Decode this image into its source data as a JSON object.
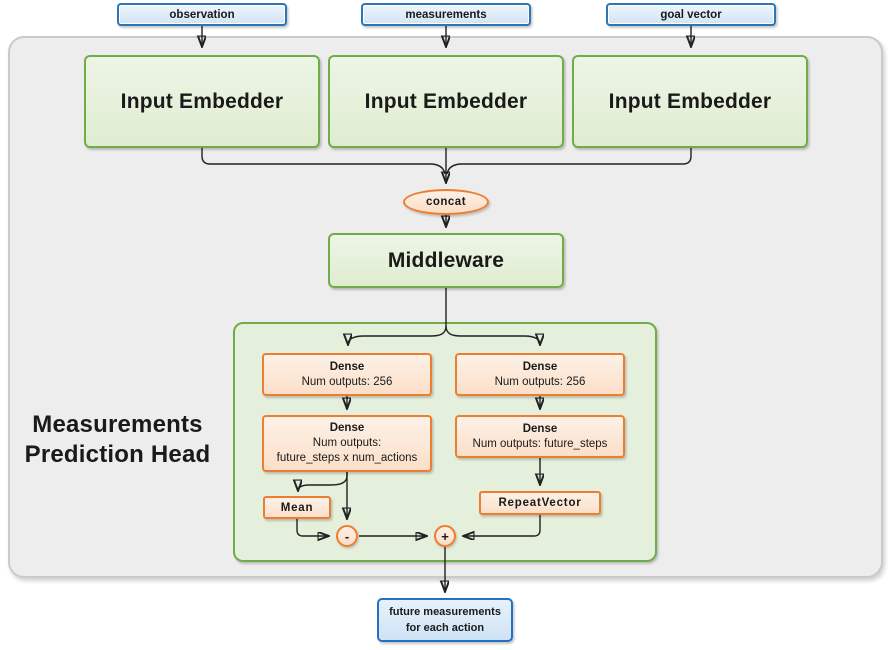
{
  "colors": {
    "green_border": "#70ad47",
    "green_fill": "#e5f0dc",
    "orange_border": "#ed7d31",
    "orange_fill": "#fce5d3",
    "blue_border": "#2e75b6",
    "blue_fill": "#dbe8f7",
    "container_fill": "#ededee",
    "container_border": "#c7cbd0",
    "wire_color": "#212121"
  },
  "inputs": [
    {
      "label": "observation"
    },
    {
      "label": "measurements"
    },
    {
      "label": "goal vector"
    }
  ],
  "embedders": [
    {
      "label": "Input Embedder"
    },
    {
      "label": "Input Embedder"
    },
    {
      "label": "Input Embedder"
    }
  ],
  "concat": {
    "label": "concat"
  },
  "middleware": {
    "label": "Middleware"
  },
  "head": {
    "label_line1": "Measurements",
    "label_line2": "Prediction Head",
    "dense_left_top": {
      "title": "Dense",
      "line1": "Num outputs: 256"
    },
    "dense_right_top": {
      "title": "Dense",
      "line1": "Num outputs: 256"
    },
    "dense_left_bottom": {
      "title": "Dense",
      "line1": "Num outputs:",
      "line2": "future_steps x num_actions"
    },
    "dense_right_bottom": {
      "title": "Dense",
      "line1": "Num outputs: future_steps"
    },
    "mean": {
      "label": "Mean"
    },
    "repeat_vector": {
      "label": "RepeatVector"
    },
    "minus": {
      "label": "-"
    },
    "plus": {
      "label": "+"
    }
  },
  "output": {
    "line1": "future measurements",
    "line2": "for each action"
  }
}
